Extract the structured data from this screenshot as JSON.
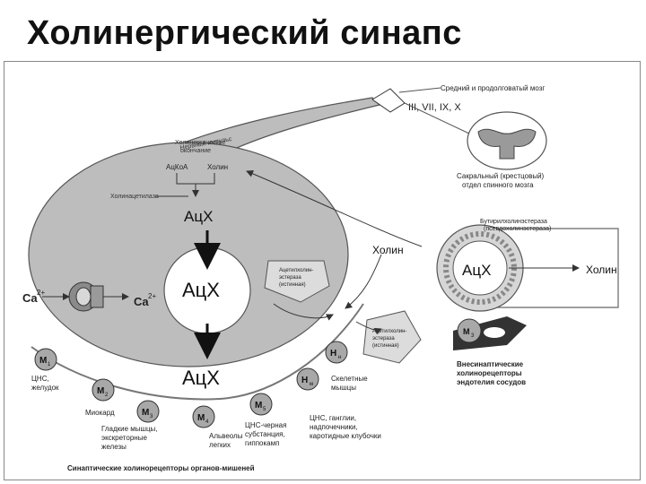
{
  "title": "Холинергический синапс",
  "labels": {
    "brain_top": "Средний и продолговатый мозг",
    "cranial_nerves": "III, VII, IX, X",
    "sacral_1": "Сакральный (крестцовый)",
    "sacral_2": "отдел спинного мозга",
    "impulse": "Нервный импульс",
    "ending_1": "Холинергическое",
    "ending_2": "окончание",
    "acetyl_coa": "АцКоА",
    "choline_top": "Холин",
    "acetyltransferase": "Холинацетилаза",
    "ach_1": "АцХ",
    "ach_vesicle": "АцХ",
    "ach_cleft": "АцХ",
    "ca_out": "Ca",
    "ca_out_sup": "2+",
    "ca_in": "Ca",
    "ca_in_sup": "2+",
    "true_ache_1": "Ацетилхолин-",
    "true_ache_2": "эстераза",
    "true_ache_3": "(истинная)",
    "true_ache_b1": "Ацетилхолин-",
    "true_ache_b2": "эстераза",
    "true_ache_b3": "(истинная)",
    "choline_mid": "Холин",
    "butyryl_1": "Бутирилхолинэстераза",
    "butyryl_2": "(псевдохолинэстераза)",
    "ach_vessel": "АцХ",
    "choline_right": "Холин",
    "m3_vessel": "M",
    "m3_vessel_sub": "3",
    "extrasyn_1": "Внесинаптические",
    "extrasyn_2": "холинорецепторы",
    "extrasyn_3": "эндотелия сосудов",
    "bottom_caption": "Синаптические холинорецепторы органов-мишеней"
  },
  "receptors": [
    {
      "name": "M",
      "sub": "1",
      "lines": [
        "ЦНС,",
        "желудок"
      ]
    },
    {
      "name": "M",
      "sub": "2",
      "lines": [
        "Миокард"
      ]
    },
    {
      "name": "M",
      "sub": "3",
      "lines": [
        "Гладкие мышцы,",
        "экскреторные",
        "железы"
      ]
    },
    {
      "name": "M",
      "sub": "4",
      "lines": [
        "Альвеолы",
        "легких"
      ]
    },
    {
      "name": "M",
      "sub": "5",
      "lines": [
        "ЦНС-черная",
        "субстанция,",
        "гиппокамп"
      ]
    },
    {
      "name": "H",
      "sub": "н",
      "lines": [
        "ЦНС, ганглии,",
        "надпочечники,",
        "каротидные клубочки"
      ]
    },
    {
      "name": "H",
      "sub": "м",
      "lines": [
        "Скелетные",
        "мышцы"
      ]
    }
  ],
  "colors": {
    "terminal": "#bdbdbd",
    "terminal_stroke": "#555555",
    "receptor": "#a8a8a8",
    "vessel": "#d6d6d6",
    "text": "#222222"
  }
}
